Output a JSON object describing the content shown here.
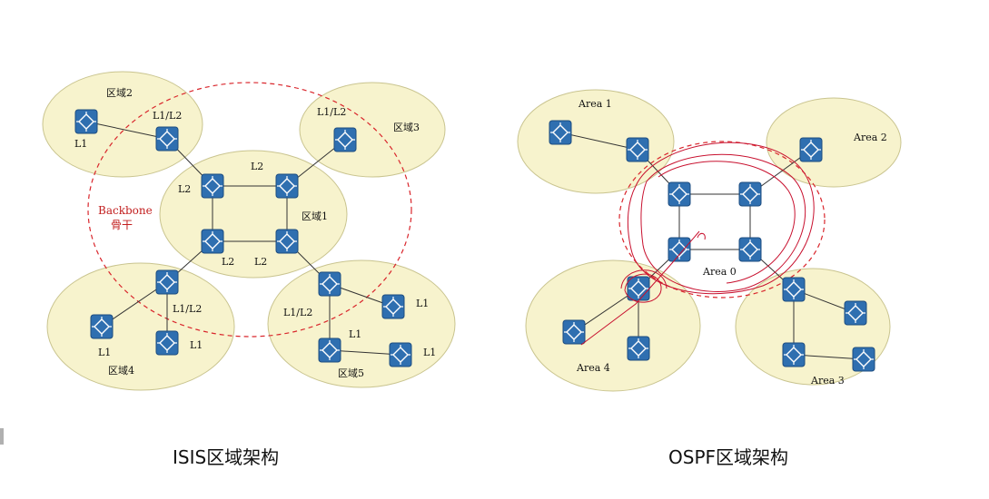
{
  "captions": {
    "isis": "ISIS区域架构",
    "ospf": "OSPF区域架构"
  },
  "colors": {
    "area_fill": "#f7f3cd",
    "area_stroke": "#c9c48f",
    "router_fill": "#2f6fb0",
    "router_stroke": "#1c4c80",
    "dashed_red": "#d9262c",
    "annotation_red": "#c8102e",
    "link": "#333333"
  },
  "router_icon_glyph": "R",
  "isis": {
    "areas": [
      "区域2",
      "区域3",
      "区域1",
      "区域4",
      "区域5"
    ],
    "backbone": [
      "Backbone",
      "骨干"
    ],
    "link_labels": [
      "L1/L2",
      "L1",
      "L1/L2",
      "L2",
      "L2",
      "L2",
      "L2",
      "L1/L2",
      "L1",
      "L1",
      "L1/L2",
      "L1",
      "L1",
      "L1"
    ]
  },
  "ospf": {
    "areas": [
      "Area 1",
      "Area 2",
      "Area 0",
      "Area 4",
      "Area 3"
    ]
  }
}
